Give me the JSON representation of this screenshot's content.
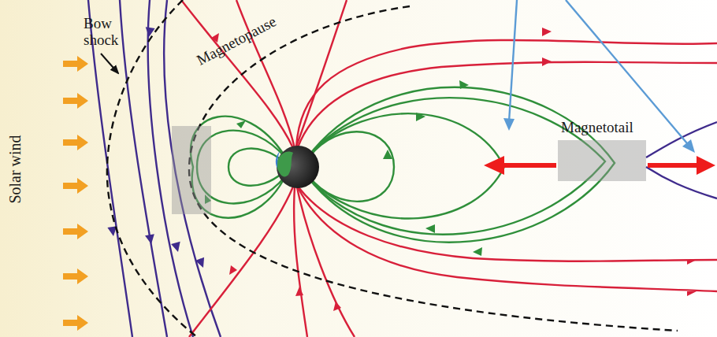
{
  "diagram": {
    "labels": [
      "Solar wind",
      "Bow shock",
      "Magnetopause",
      "Magnetotail"
    ]
  }
}
